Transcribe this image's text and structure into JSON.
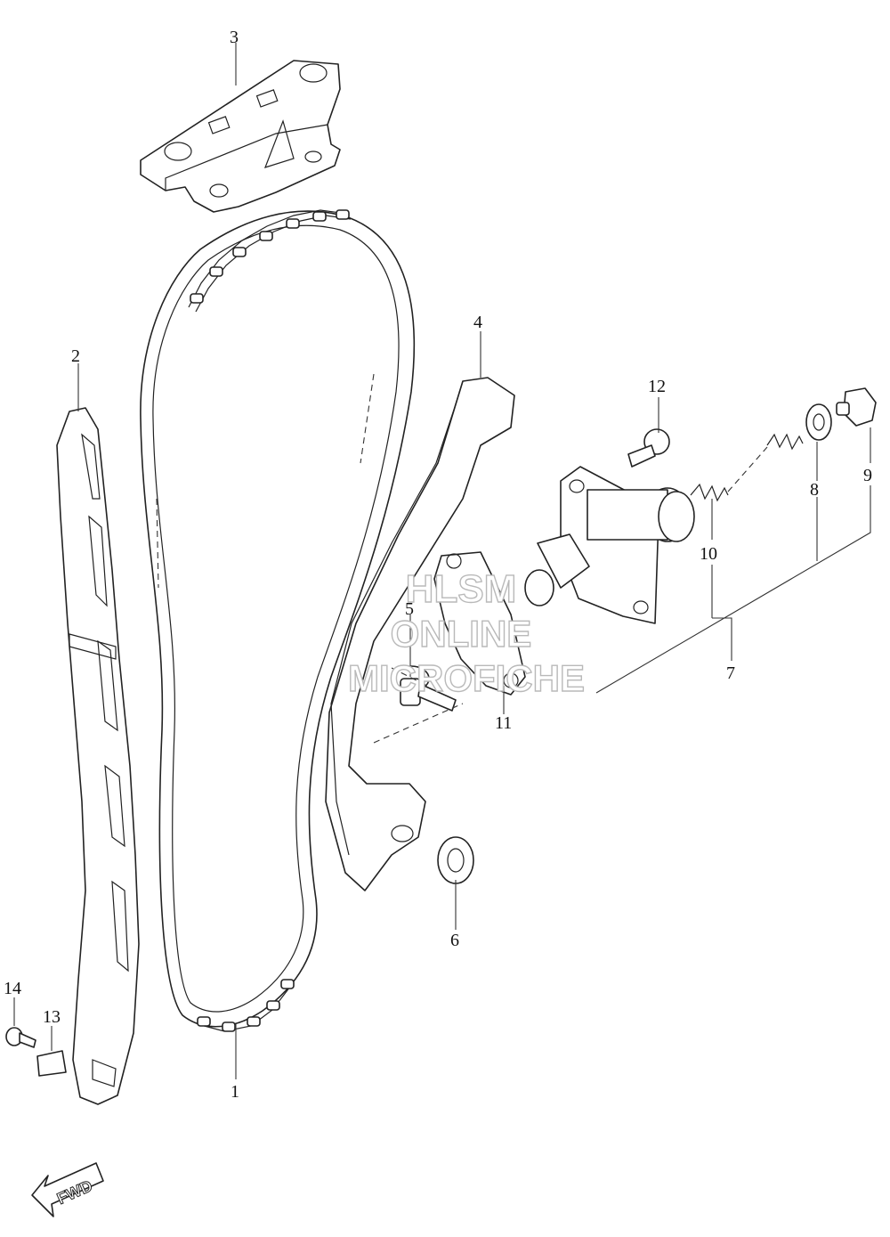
{
  "callouts": {
    "c1": "1",
    "c2": "2",
    "c3": "3",
    "c4": "4",
    "c5": "5",
    "c6": "6",
    "c7": "7",
    "c8": "8",
    "c9": "9",
    "c10": "10",
    "c11": "11",
    "c12": "12",
    "c13": "13",
    "c14": "14"
  },
  "watermark": {
    "line1": "HLSM",
    "line2": "ONLINE",
    "line3": "MICROFICHE"
  },
  "fwd_label": "FWD",
  "colors": {
    "line": "#222222",
    "watermark": "#b9b9b9",
    "background": "#ffffff"
  }
}
